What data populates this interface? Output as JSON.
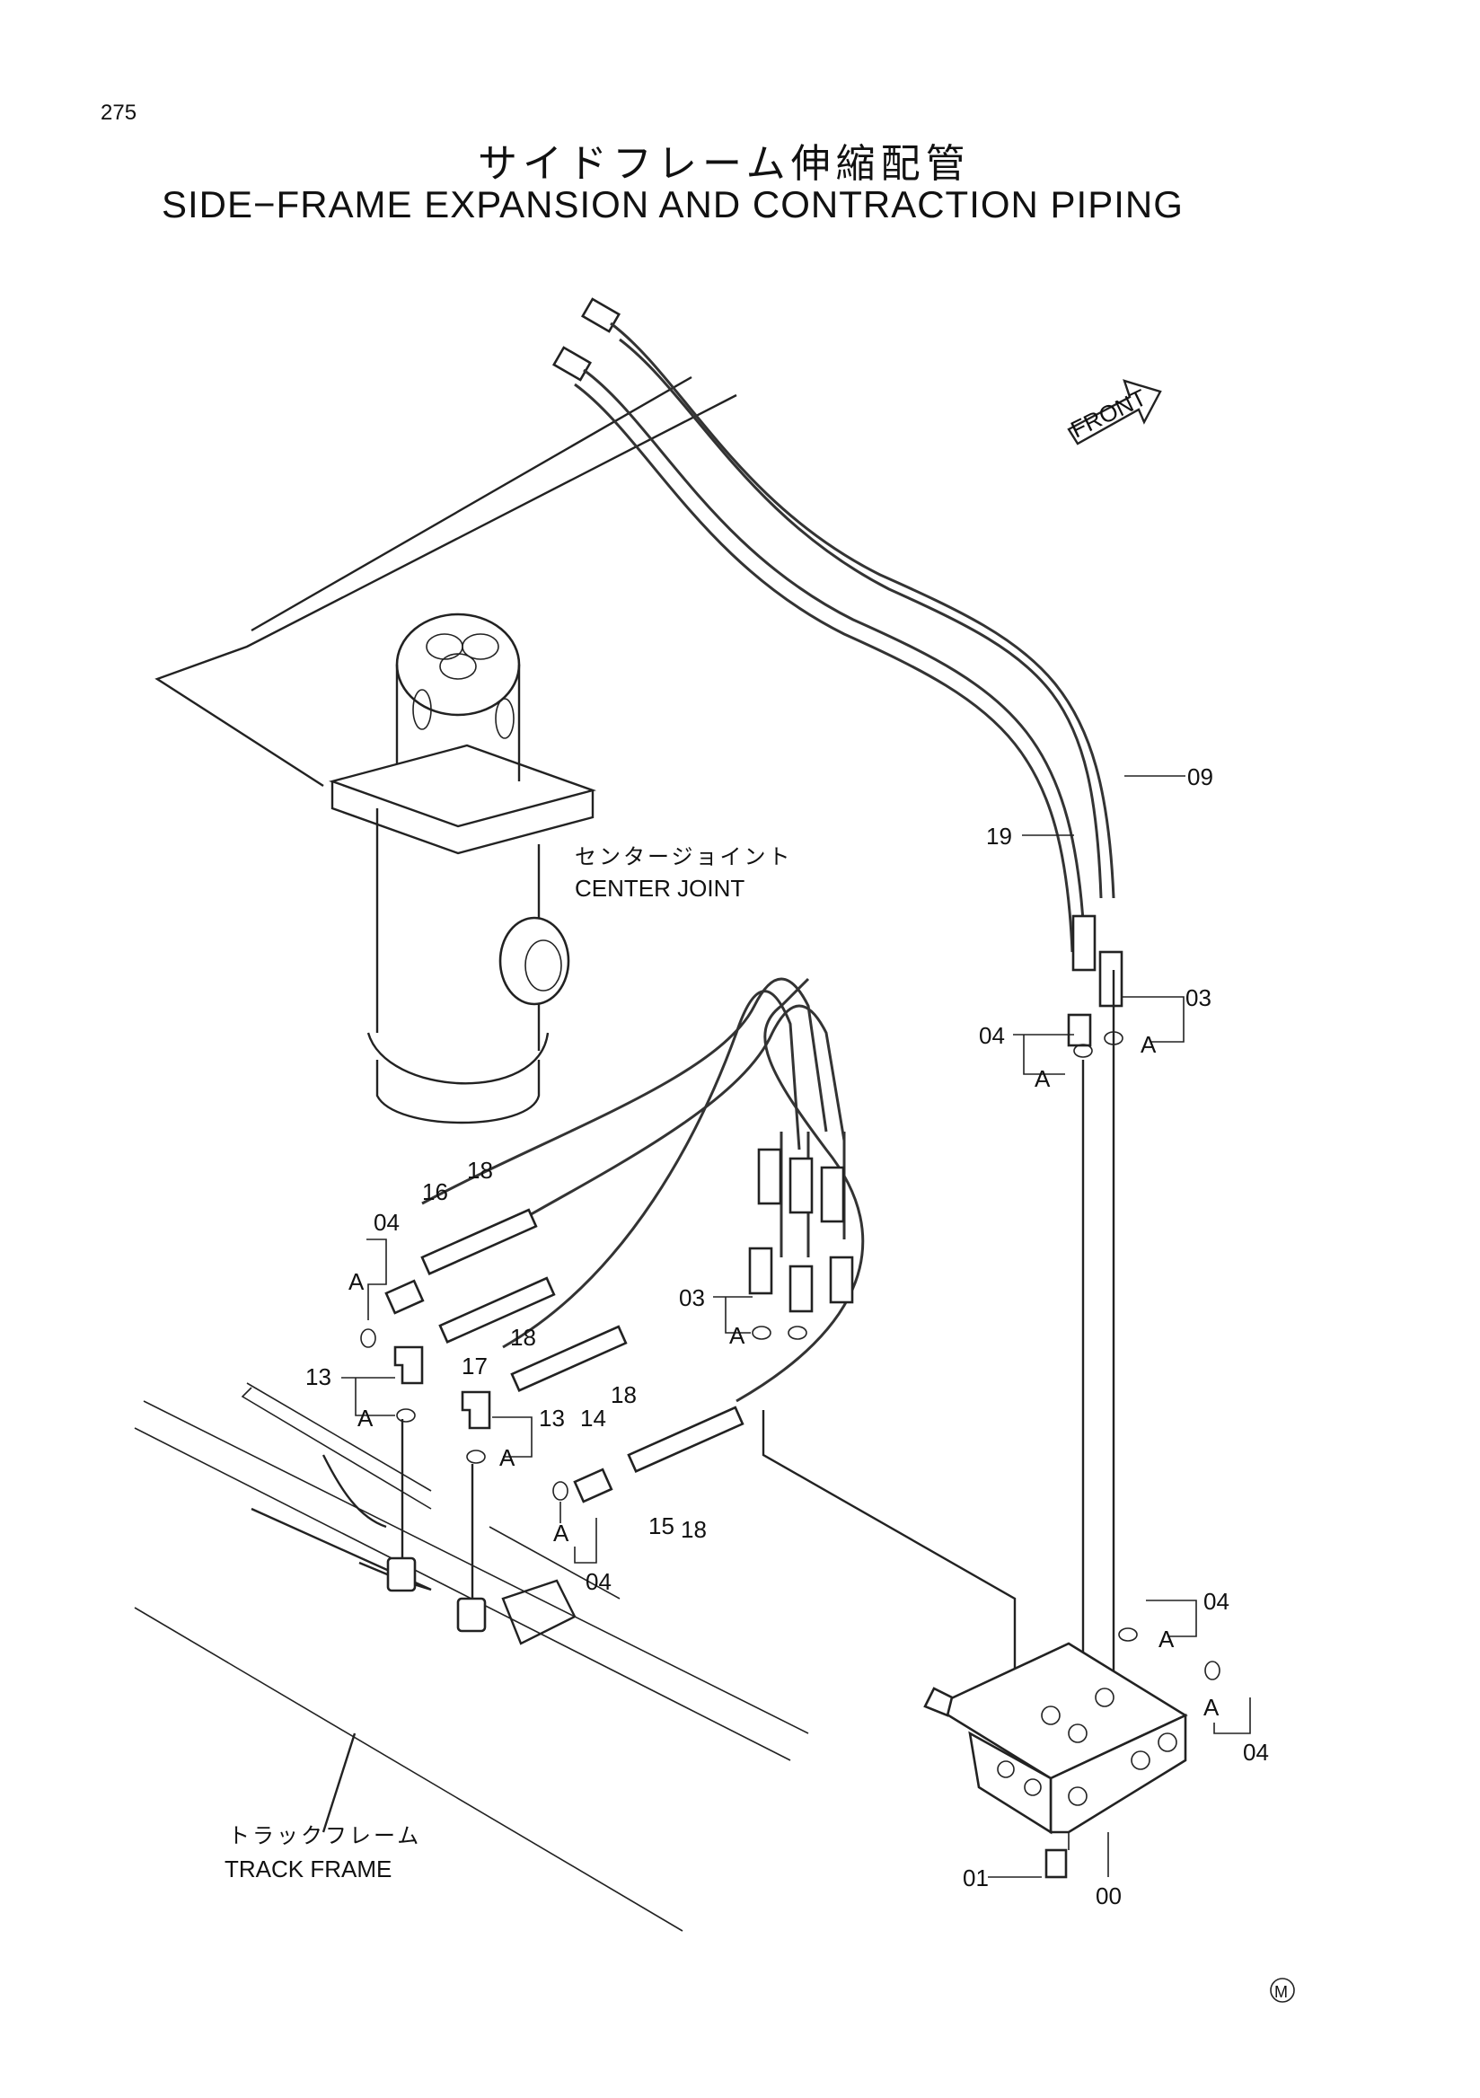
{
  "page_number": "275",
  "title_ja": "サイドフレーム伸縮配管",
  "title_en": "SIDE−FRAME EXPANSION AND CONTRACTION PIPING",
  "front_arrow_label": "FRONT",
  "components": {
    "center_joint": {
      "ja": "センタージョイント",
      "en": "CENTER JOINT"
    },
    "track_frame": {
      "ja": "トラックフレーム",
      "en": "TRACK FRAME"
    }
  },
  "part_callouts": [
    "00",
    "01",
    "03",
    "04",
    "09",
    "13",
    "14",
    "15",
    "16",
    "17",
    "18",
    "19"
  ],
  "detail_marker": "A",
  "corner_mark": "M"
}
